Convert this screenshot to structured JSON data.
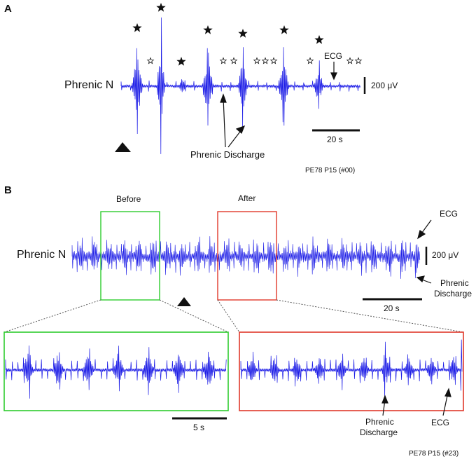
{
  "panels": {
    "a": "A",
    "b": "B"
  },
  "panel_a": {
    "trace_label": "Phrenic N",
    "ecg_label": "ECG",
    "discharge_label": "Phrenic Discharge",
    "scale_voltage": "200 μV",
    "scale_time": "20 s",
    "recording_id": "PE78 P15 (#00)"
  },
  "panel_b": {
    "trace_label": "Phrenic N",
    "before_label": "Before",
    "after_label": "After",
    "ecg_label": "ECG",
    "discharge_label_line1": "Phrenic",
    "discharge_label_line2": "Discharge",
    "scale_voltage": "200 μV",
    "scale_time": "20 s",
    "inset_scale_time": "5 s",
    "inset_discharge_line1": "Phrenic",
    "inset_discharge_line2": "Discharge",
    "inset_ecg_label": "ECG",
    "recording_id": "PE78 P15 (#23)"
  },
  "colors": {
    "trace": "#1a1ae6",
    "before_box": "#2ecc2e",
    "after_box": "#e0392b",
    "ink": "#111111"
  }
}
